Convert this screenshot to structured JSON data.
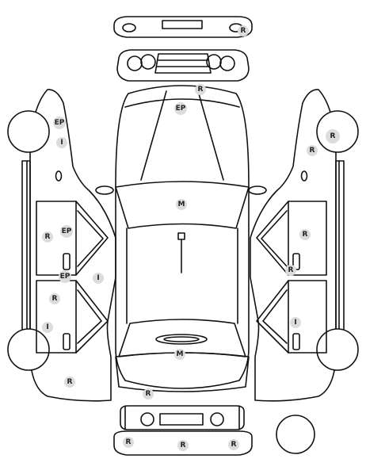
{
  "markers": [
    {
      "id": "front-bumper",
      "code": "R"
    },
    {
      "id": "hood-front",
      "code": "R"
    },
    {
      "id": "hood",
      "code": "EP"
    },
    {
      "id": "windshield",
      "code": "M"
    },
    {
      "id": "rear-window",
      "code": "M"
    },
    {
      "id": "trunk",
      "code": "R"
    },
    {
      "id": "rear-bumper-left",
      "code": "R"
    },
    {
      "id": "rear-bumper-center",
      "code": "R"
    },
    {
      "id": "rear-bumper-right",
      "code": "R"
    },
    {
      "id": "left-front-fender-1",
      "code": "EP"
    },
    {
      "id": "left-front-fender-2",
      "code": "I"
    },
    {
      "id": "left-front-door",
      "code": "R"
    },
    {
      "id": "left-front-door-2",
      "code": "EP"
    },
    {
      "id": "left-b-pillar",
      "code": "EP"
    },
    {
      "id": "left-b-pillar-2",
      "code": "I"
    },
    {
      "id": "left-rear-door",
      "code": "R"
    },
    {
      "id": "left-rear-wheel",
      "code": "I"
    },
    {
      "id": "left-rear-quarter",
      "code": "R"
    },
    {
      "id": "right-front-fender",
      "code": "R"
    },
    {
      "id": "right-front-wheel",
      "code": "R"
    },
    {
      "id": "right-front-door",
      "code": "R"
    },
    {
      "id": "right-b-pillar",
      "code": "R"
    },
    {
      "id": "right-rear-door",
      "code": "I"
    }
  ]
}
